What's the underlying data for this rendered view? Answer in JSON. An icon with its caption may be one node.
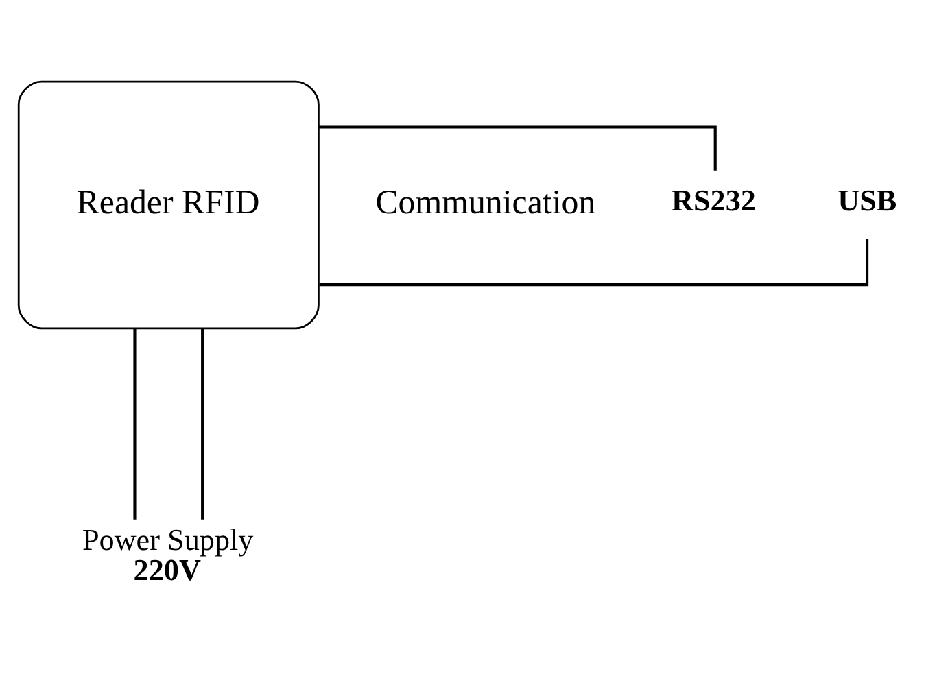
{
  "diagram": {
    "nodes": [
      {
        "text": [
          "Reader RFID"
        ]
      },
      {
        "text": [
          "RS232"
        ]
      },
      {
        "text": [
          "USB"
        ]
      },
      {
        "text": [
          "Power Supply",
          "220V"
        ]
      }
    ],
    "edges": [
      {
        "from": 0,
        "to": 1,
        "arrow": "none"
      },
      {
        "from": 0,
        "to": 2,
        "arrow": "none"
      },
      {
        "from": 0,
        "to": 3,
        "arrow": "none"
      },
      {
        "from": 0,
        "to": 3,
        "arrow": "none"
      }
    ],
    "labels": [
      "Communication"
    ]
  }
}
